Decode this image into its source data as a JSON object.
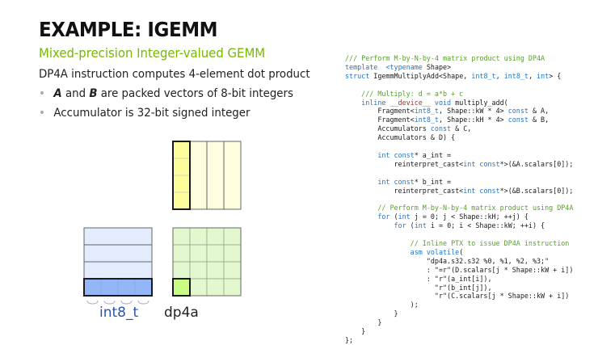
{
  "slide": {
    "title": "EXAMPLE: IGEMM",
    "subtitle": "Mixed-precision Integer-valued GEMM",
    "lead": "DP4A instruction computes 4-element dot product",
    "bullets": [
      {
        "a": "A",
        "and": " and ",
        "b": "B",
        "rest": " are packed vectors of 8-bit integers"
      },
      {
        "text": "Accumulator is 32-bit signed integer"
      }
    ],
    "bullet_glyph": "•"
  },
  "diagram": {
    "int8_label": "int8_t",
    "dp4a_label": "dp4a",
    "colors": {
      "a_fill": "#e2ecfc",
      "a_highlight": "#94b6f8",
      "b_fill": "#fffde0",
      "b_highlight": "#fdfd9c",
      "c_fill": "#e4f8cf",
      "c_highlight": "#c8fc84",
      "border": "#666666",
      "highlight_border": "#1a1a1a"
    }
  },
  "code": {
    "lines": [
      [
        [
          "cm",
          "/// Perform "
        ],
        [
          "cm",
          "M"
        ],
        [
          "cm",
          "-by-"
        ],
        [
          "cm",
          "N"
        ],
        [
          "cm",
          "-by-4 matrix product using DP4A"
        ]
      ],
      [
        [
          "kw",
          "template"
        ],
        [
          "",
          "  "
        ],
        [
          "kw",
          "<typename"
        ],
        [
          "",
          " Shape>"
        ]
      ],
      [
        [
          "kw",
          "struct"
        ],
        [
          "",
          " IgemmMultiplyAdd<Shape, "
        ],
        [
          "kw",
          "int8_t"
        ],
        [
          "",
          ", "
        ],
        [
          "kw",
          "int8_t"
        ],
        [
          "",
          ", "
        ],
        [
          "kw",
          "int"
        ],
        [
          "",
          "> {"
        ]
      ],
      [
        [
          "",
          ""
        ]
      ],
      [
        [
          "cm",
          "    /// Multiply: d = a*b + c"
        ]
      ],
      [
        [
          "kw",
          "    inline "
        ],
        [
          "dv",
          "__device__"
        ],
        [
          "kw",
          " void"
        ],
        [
          "",
          " multiply_add("
        ]
      ],
      [
        [
          "",
          "        Fragment<"
        ],
        [
          "kw",
          "int8_t"
        ],
        [
          "",
          ", Shape::kW * 4> "
        ],
        [
          "kw",
          "const"
        ],
        [
          "",
          " & A,"
        ]
      ],
      [
        [
          "",
          "        Fragment<"
        ],
        [
          "kw",
          "int8_t"
        ],
        [
          "",
          ", Shape::kH * 4> "
        ],
        [
          "kw",
          "const"
        ],
        [
          "",
          " & B,"
        ]
      ],
      [
        [
          "",
          "        Accumulators "
        ],
        [
          "kw",
          "const"
        ],
        [
          "",
          " & C,"
        ]
      ],
      [
        [
          "",
          "        Accumulators & D) {"
        ]
      ],
      [
        [
          "",
          ""
        ]
      ],
      [
        [
          "kw",
          "        int const"
        ],
        [
          "",
          "* a_int ="
        ]
      ],
      [
        [
          "",
          "            reinterpret_cast<"
        ],
        [
          "kw",
          "int const"
        ],
        [
          "",
          "*>(&A.scalars[0]);"
        ]
      ],
      [
        [
          "",
          ""
        ]
      ],
      [
        [
          "kw",
          "        int const"
        ],
        [
          "",
          "* b_int ="
        ]
      ],
      [
        [
          "",
          "            reinterpret_cast<"
        ],
        [
          "kw",
          "int const"
        ],
        [
          "",
          "*>(&B.scalars[0]);"
        ]
      ],
      [
        [
          "",
          ""
        ]
      ],
      [
        [
          "cm",
          "        // Perform M-by-N-by-4 matrix product using DP4A"
        ]
      ],
      [
        [
          "kw",
          "        for"
        ],
        [
          "",
          " ("
        ],
        [
          "kw",
          "int"
        ],
        [
          "",
          " j = 0; j < Shape::kH; ++j) {"
        ]
      ],
      [
        [
          "kw",
          "            for"
        ],
        [
          "",
          " ("
        ],
        [
          "kw",
          "int"
        ],
        [
          "",
          " i = 0; i < Shape::kW; ++i) {"
        ]
      ],
      [
        [
          "",
          ""
        ]
      ],
      [
        [
          "cm",
          "                // Inline PTX to issue DP4A instruction"
        ]
      ],
      [
        [
          "kw",
          "                asm volatile"
        ],
        [
          "",
          "("
        ]
      ],
      [
        [
          "",
          "                    \"dp4a.s32.s32 %0, %1, %2, %3;\""
        ]
      ],
      [
        [
          "",
          "                    : \"=r\"(D.scalars[j * Shape::kW + i])"
        ]
      ],
      [
        [
          "",
          "                    : \"r\"(a_int[i]),"
        ]
      ],
      [
        [
          "",
          "                      \"r\"(b_int[j]),"
        ]
      ],
      [
        [
          "",
          "                      \"r\"(C.scalars[j * Shape::kW + i])"
        ]
      ],
      [
        [
          "",
          "                );"
        ]
      ],
      [
        [
          "",
          "            }"
        ]
      ],
      [
        [
          "",
          "        }"
        ]
      ],
      [
        [
          "",
          "    }"
        ]
      ],
      [
        [
          "",
          "};"
        ]
      ]
    ]
  }
}
